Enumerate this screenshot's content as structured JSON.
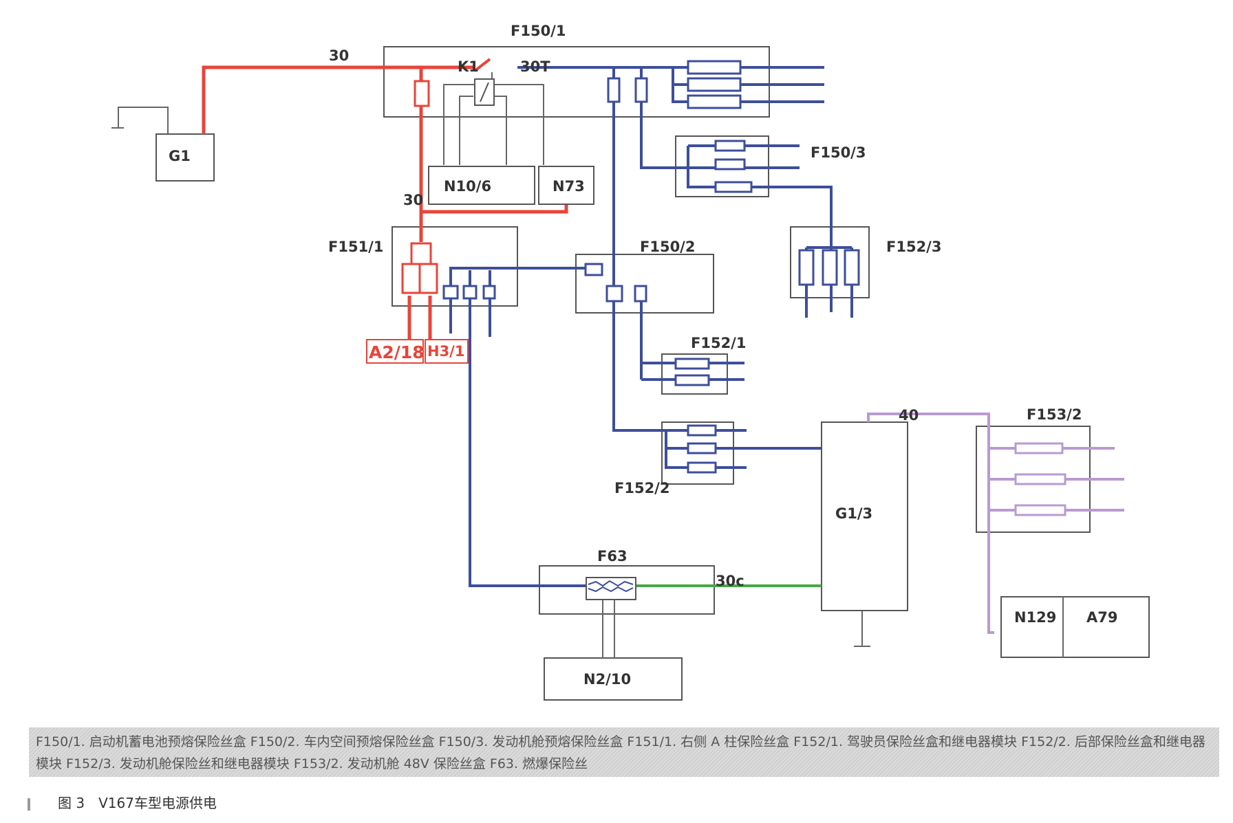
{
  "labels": {
    "f150_1": "F150/1",
    "g1": "G1",
    "k1": "K1",
    "t30_top": "30",
    "t30T": "30T",
    "n10_6": "N10/6",
    "n73": "N73",
    "t30_mid": "30",
    "f151_1": "F151/1",
    "f150_2": "F150/2",
    "f150_3": "F150/3",
    "f152_3": "F152/3",
    "a2_18": "A2/18",
    "h3_1": "H3/1",
    "f152_1": "F152/1",
    "f152_2": "F152/2",
    "t40": "40",
    "f153_2": "F153/2",
    "g1_3": "G1/3",
    "f63": "F63",
    "t30c": "30c",
    "n2_10": "N2/10",
    "n129": "N129",
    "a79": "A79"
  },
  "colors": {
    "red_line": "#e8443a",
    "blue_line": "#3d4e9a",
    "purple_line": "#b89ad0",
    "green_line": "#45a845"
  },
  "caption": "F150/1. 启动机蓄电池预熔保险丝盒  F150/2. 车内空间预熔保险丝盒  F150/3. 发动机舱预熔保险丝盒  F151/1. 右侧 A 柱保险丝盒  F152/1. 驾驶员保险丝盒和继电器模块  F152/2. 后部保险丝盒和继电器模块  F152/3. 发动机舱保险丝和继电器模块  F153/2. 发动机舱 48V 保险丝盒  F63. 燃爆保险丝",
  "figure": {
    "number": "图 3",
    "title": "V167车型电源供电"
  }
}
